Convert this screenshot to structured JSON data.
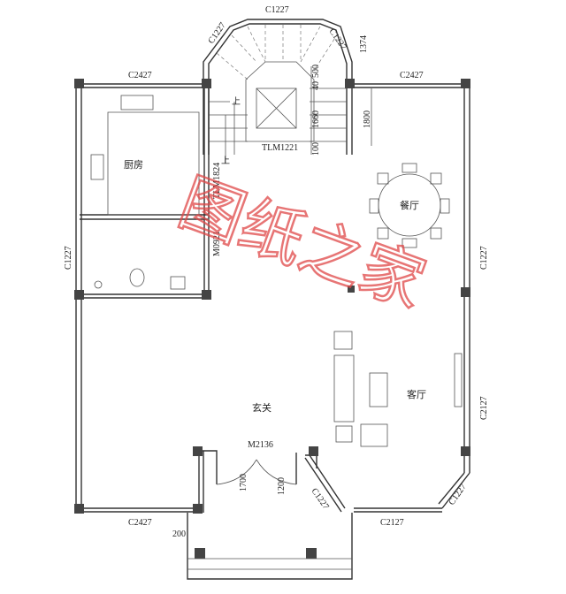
{
  "labels": {
    "stair_top_window": "C1227",
    "stair_left_window": "C1227",
    "stair_right_window": "C1227",
    "dim_1374": "1374",
    "dim_500": "500",
    "dim_40": "40",
    "dim_1660": "1660",
    "dim_100": "100",
    "dim_1800": "1800",
    "elevator_door": "TLM1221",
    "top_left_window": "C2427",
    "top_right_window": "C2427",
    "kitchen_door": "TLM1824",
    "bath_door": "M0921",
    "left_window": "C1227",
    "right_window": "C1227",
    "right_lower_window": "C2127",
    "entry_door": "M2136",
    "dim_1700": "1700",
    "dim_1200": "1200",
    "bay_left_window": "C1227",
    "bay_right_window": "C1227",
    "bay_bottom_window": "C2127",
    "bottom_left_window": "C2427",
    "dim_200": "200",
    "stair_up_1": "上",
    "stair_up_2": "上"
  },
  "rooms": {
    "kitchen": "厨房",
    "dining": "餐厅",
    "foyer": "玄关",
    "living": "客厅"
  },
  "watermark": "图纸之家",
  "colors": {
    "watermark": "#e04848",
    "wall": "#333333"
  }
}
